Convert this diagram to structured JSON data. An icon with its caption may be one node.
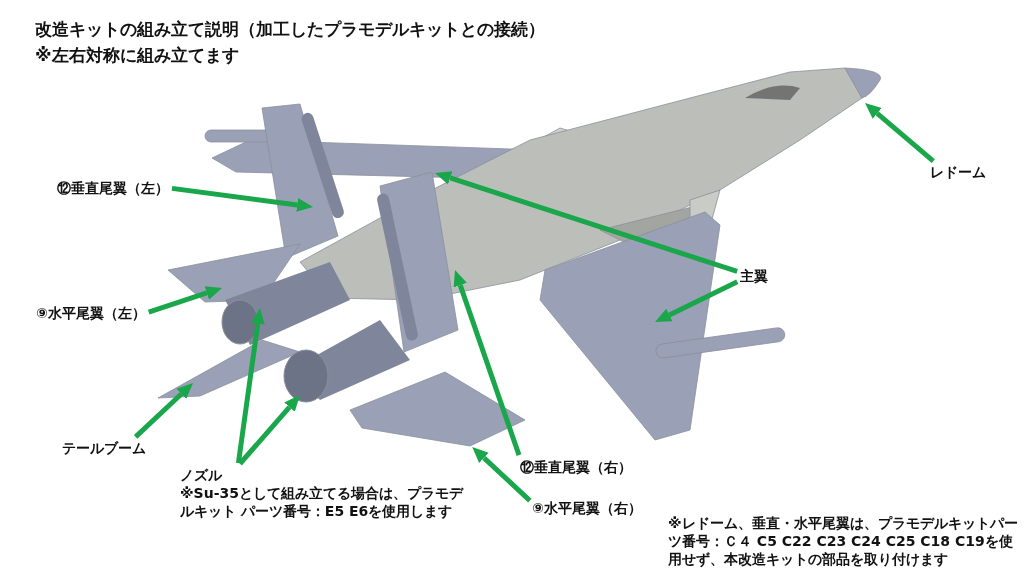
{
  "diagram": {
    "title": "改造キットの組み立て説明（加工したプラモデルキットとの接続）",
    "nodes": [
      {
        "text": [
          "⑫垂直尾翼（左）"
        ]
      },
      {
        "text": [
          "⑨水平尾翼（左）"
        ]
      },
      {
        "text": [
          "テールブーム"
        ]
      },
      {
        "text": [
          "ノズル",
          "※Su-35として組み立てる場合は、プラモデルキット パーツ番号：E5 E6を使用します"
        ]
      },
      {
        "text": [
          "⑫垂直尾翼（右）"
        ]
      },
      {
        "text": [
          "⑨水平尾翼（右）"
        ]
      },
      {
        "text": [
          "主翼"
        ]
      },
      {
        "text": [
          "レドーム"
        ]
      },
      {
        "text": [],
        "shape": "picture"
      }
    ],
    "edges": [
      {
        "from": 0,
        "to": null,
        "arrow": "to"
      },
      {
        "from": 1,
        "to": null,
        "arrow": "to"
      },
      {
        "from": 2,
        "to": null,
        "arrow": "to"
      },
      {
        "from": 3,
        "to": null,
        "arrow": "to"
      },
      {
        "from": 3,
        "to": null,
        "arrow": "to"
      },
      {
        "from": 4,
        "to": null,
        "arrow": "to"
      },
      {
        "from": 5,
        "to": 8,
        "arrow": "to"
      },
      {
        "from": 6,
        "to": null,
        "arrow": "to"
      },
      {
        "from": 6,
        "to": null,
        "arrow": "to"
      },
      {
        "from": 7,
        "to": null,
        "arrow": "to"
      }
    ],
    "labels": [
      "※左右対称に組み立てます",
      "※レドーム、垂直・水平尾翼は、プラモデルキットパーツ番号：Ｃ４ C5 C22 C23 C24 C25 C18 C19を使用せず、本改造キットの部品を取り付けます"
    ]
  }
}
